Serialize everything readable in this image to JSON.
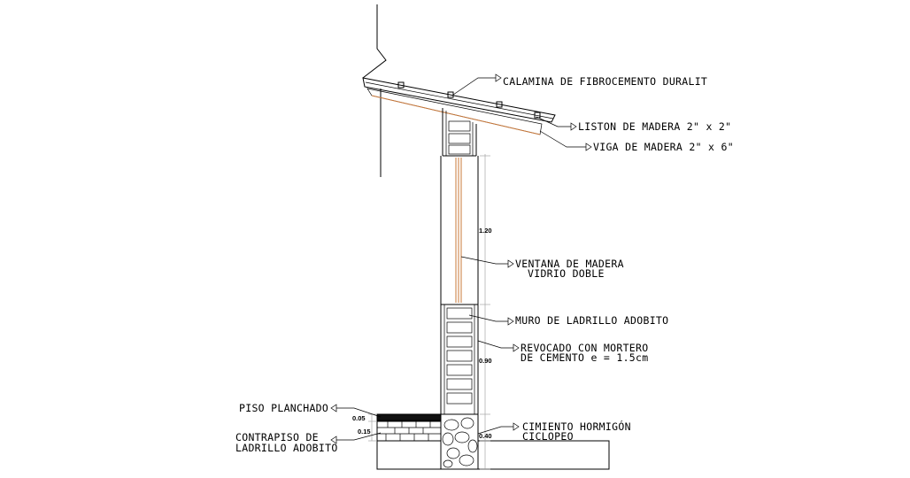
{
  "labels": {
    "calamina": "CALAMINA DE FIBROCEMENTO DURALIT",
    "liston": "LISTON DE MADERA 2\" x 2\"",
    "viga": "VIGA DE MADERA 2\" x 6\"",
    "ventana_1": "VENTANA DE MADERA",
    "ventana_2": "VIDRIO DOBLE",
    "muro": "MURO DE LADRILLO ADOBITO",
    "revocado_1": "REVOCADO CON MORTERO",
    "revocado_2": "DE CEMENTO e = 1.5cm",
    "piso": "PISO PLANCHADO",
    "contrapiso_1": "CONTRAPISO DE",
    "contrapiso_2": "LADRILLO ADOBITO",
    "cimiento_1": "CIMIENTO  HORMIGÓN",
    "cimiento_2": "CICLOPEO"
  },
  "dimensions": {
    "window_height": "1.20",
    "wall_height": "0.90",
    "floor_finish": "0.05",
    "subfloor": "0.15",
    "foundation": "0.40"
  }
}
